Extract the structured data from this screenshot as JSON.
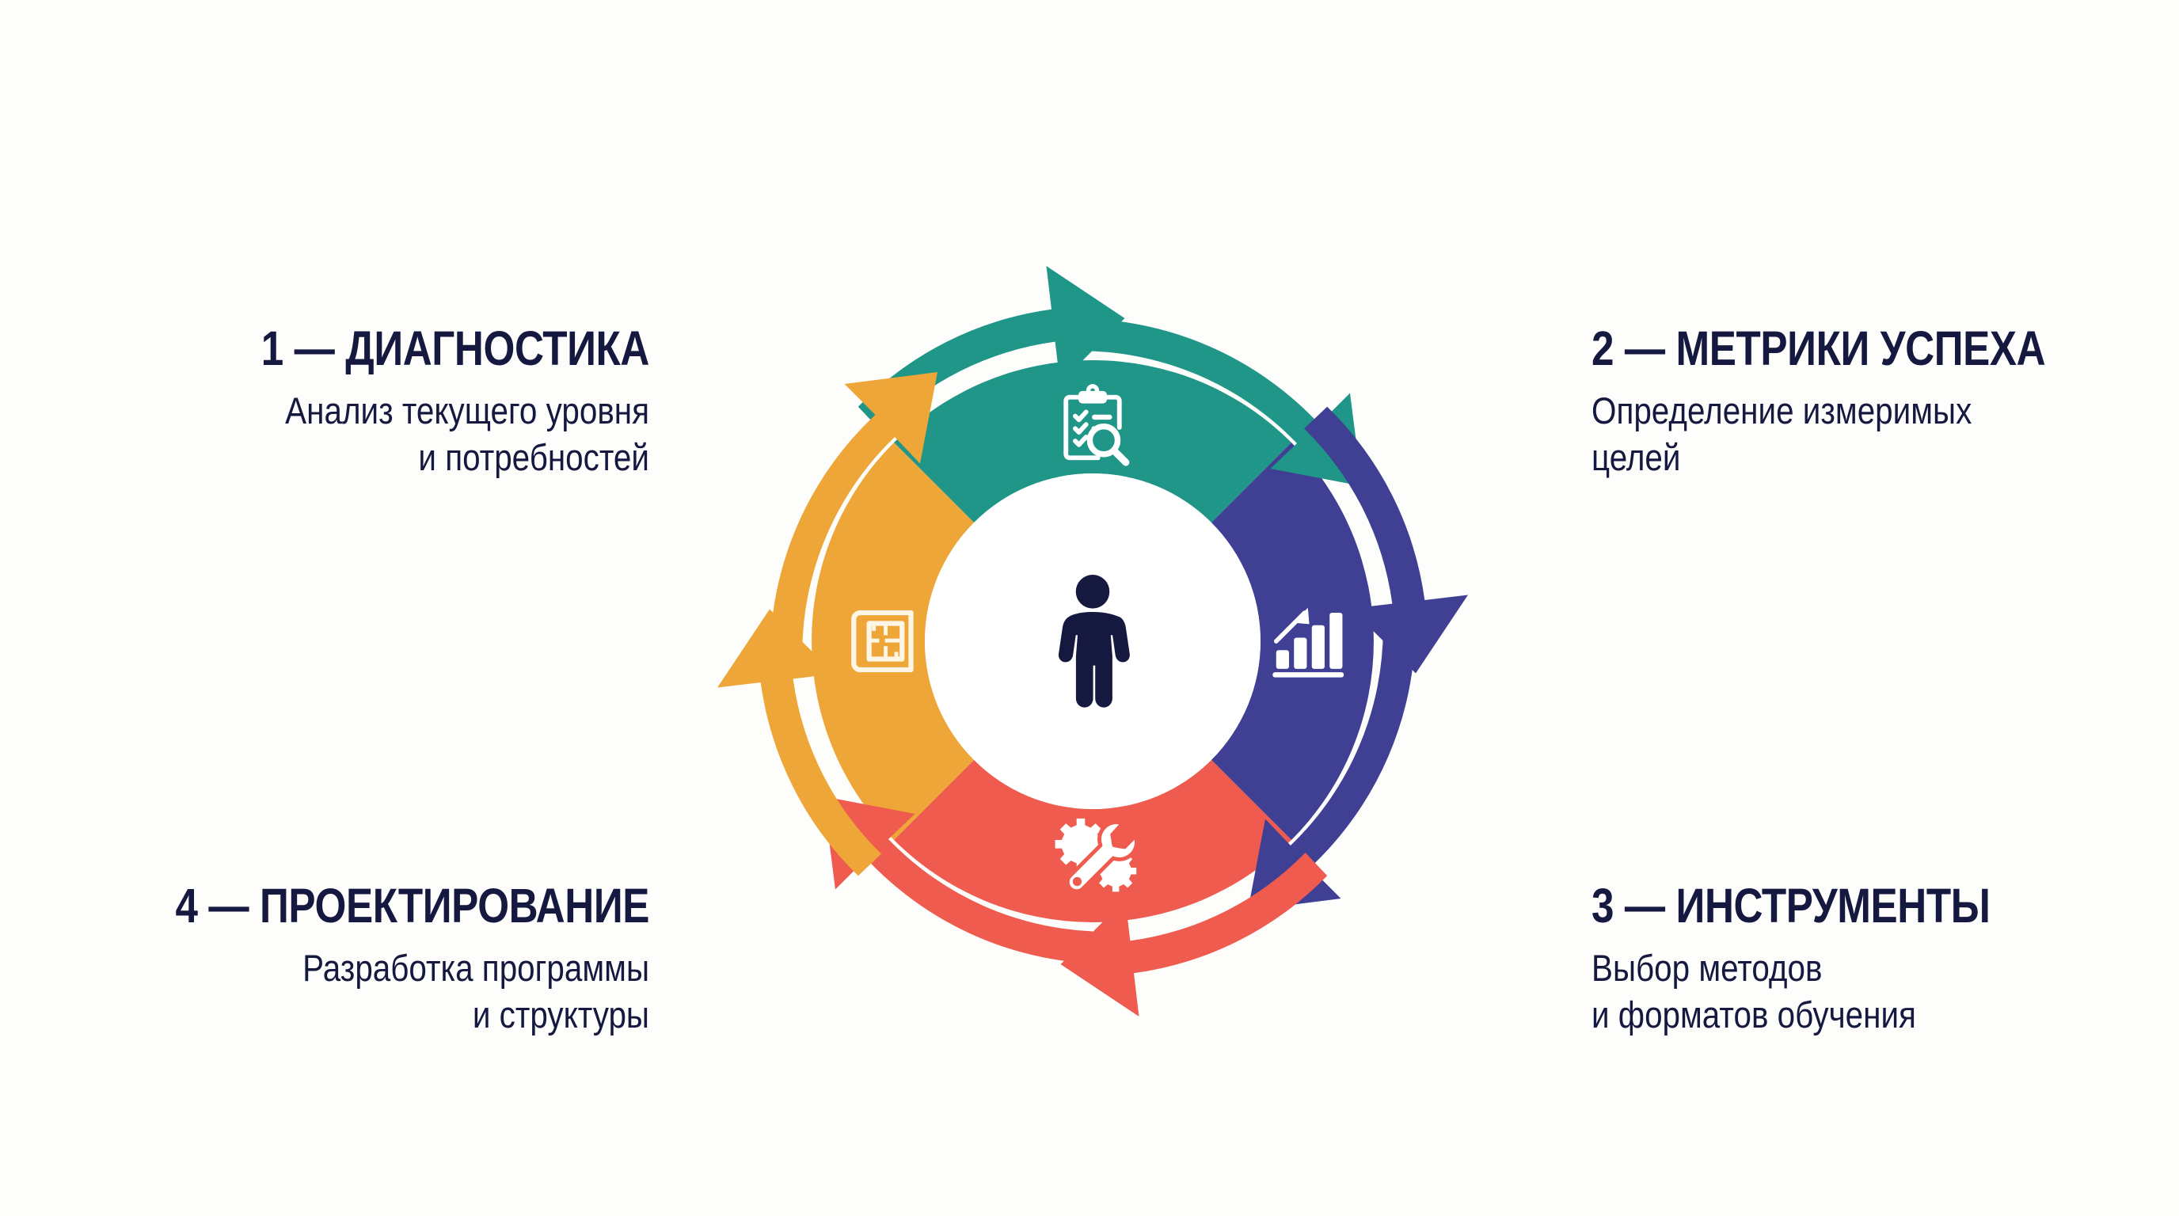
{
  "background_color": "#fdfdfc",
  "text_color": "#16193f",
  "diagram": {
    "type": "cyclical-process-wheel",
    "segment_count": 4,
    "direction": "clockwise",
    "center": {
      "icon": "person-icon",
      "fill": "#16193f",
      "background": "#ffffff"
    },
    "segments": [
      {
        "number": "1",
        "separator": "—",
        "heading": "1 — ДИАГНОСТИКА",
        "title": "ДИАГНОСТИКА",
        "subtitle_line1": "Анализ текущего уровня",
        "subtitle_line2": "и потребностей",
        "color": "#1f9688",
        "icon": "clipboard-magnifier-icon",
        "position": "top",
        "label_side": "left",
        "arrow_direction": "clockwise-right"
      },
      {
        "number": "2",
        "separator": "—",
        "heading": "2 — МЕТРИКИ УСПЕХА",
        "title": "МЕТРИКИ УСПЕХА",
        "subtitle_line1": "Определение измеримых",
        "subtitle_line2": "целей",
        "color": "#3f3f94",
        "icon": "bar-chart-growth-icon",
        "position": "right",
        "label_side": "right",
        "arrow_direction": "clockwise-down"
      },
      {
        "number": "3",
        "separator": "—",
        "heading": "3 — ИНСТРУМЕНТЫ",
        "title": "ИНСТРУМЕНТЫ",
        "subtitle_line1": "Выбор методов",
        "subtitle_line2": "и форматов обучения",
        "color": "#ef5b4e",
        "icon": "wrench-gears-icon",
        "position": "bottom",
        "label_side": "right",
        "arrow_direction": "clockwise-left"
      },
      {
        "number": "4",
        "separator": "—",
        "heading": "4 — ПРОЕКТИРОВАНИЕ",
        "title": "ПРОЕКТИРОВАНИЕ",
        "subtitle_line1": "Разработка программы",
        "subtitle_line2": "и структуры",
        "color": "#eda637",
        "icon": "blueprint-icon",
        "position": "left",
        "label_side": "left",
        "arrow_direction": "clockwise-up"
      }
    ]
  },
  "chart_data": {
    "type": "pie",
    "title": "",
    "categories": [
      "ДИАГНОСТИКА",
      "МЕТРИКИ УСПЕХА",
      "ИНСТРУМЕНТЫ",
      "ПРОЕКТИРОВАНИЕ"
    ],
    "values": [
      25,
      25,
      25,
      25
    ],
    "colors": [
      "#1f9688",
      "#3f3f94",
      "#ef5b4e",
      "#eda637"
    ],
    "legend_position": "around",
    "grid": false,
    "donut": true,
    "labels": [
      "1 — ДИАГНОСТИКА",
      "2 — МЕТРИКИ УСПЕХА",
      "3 — ИНСТРУМЕНТЫ",
      "4 — ПРОЕКТИРОВАНИЕ"
    ]
  }
}
